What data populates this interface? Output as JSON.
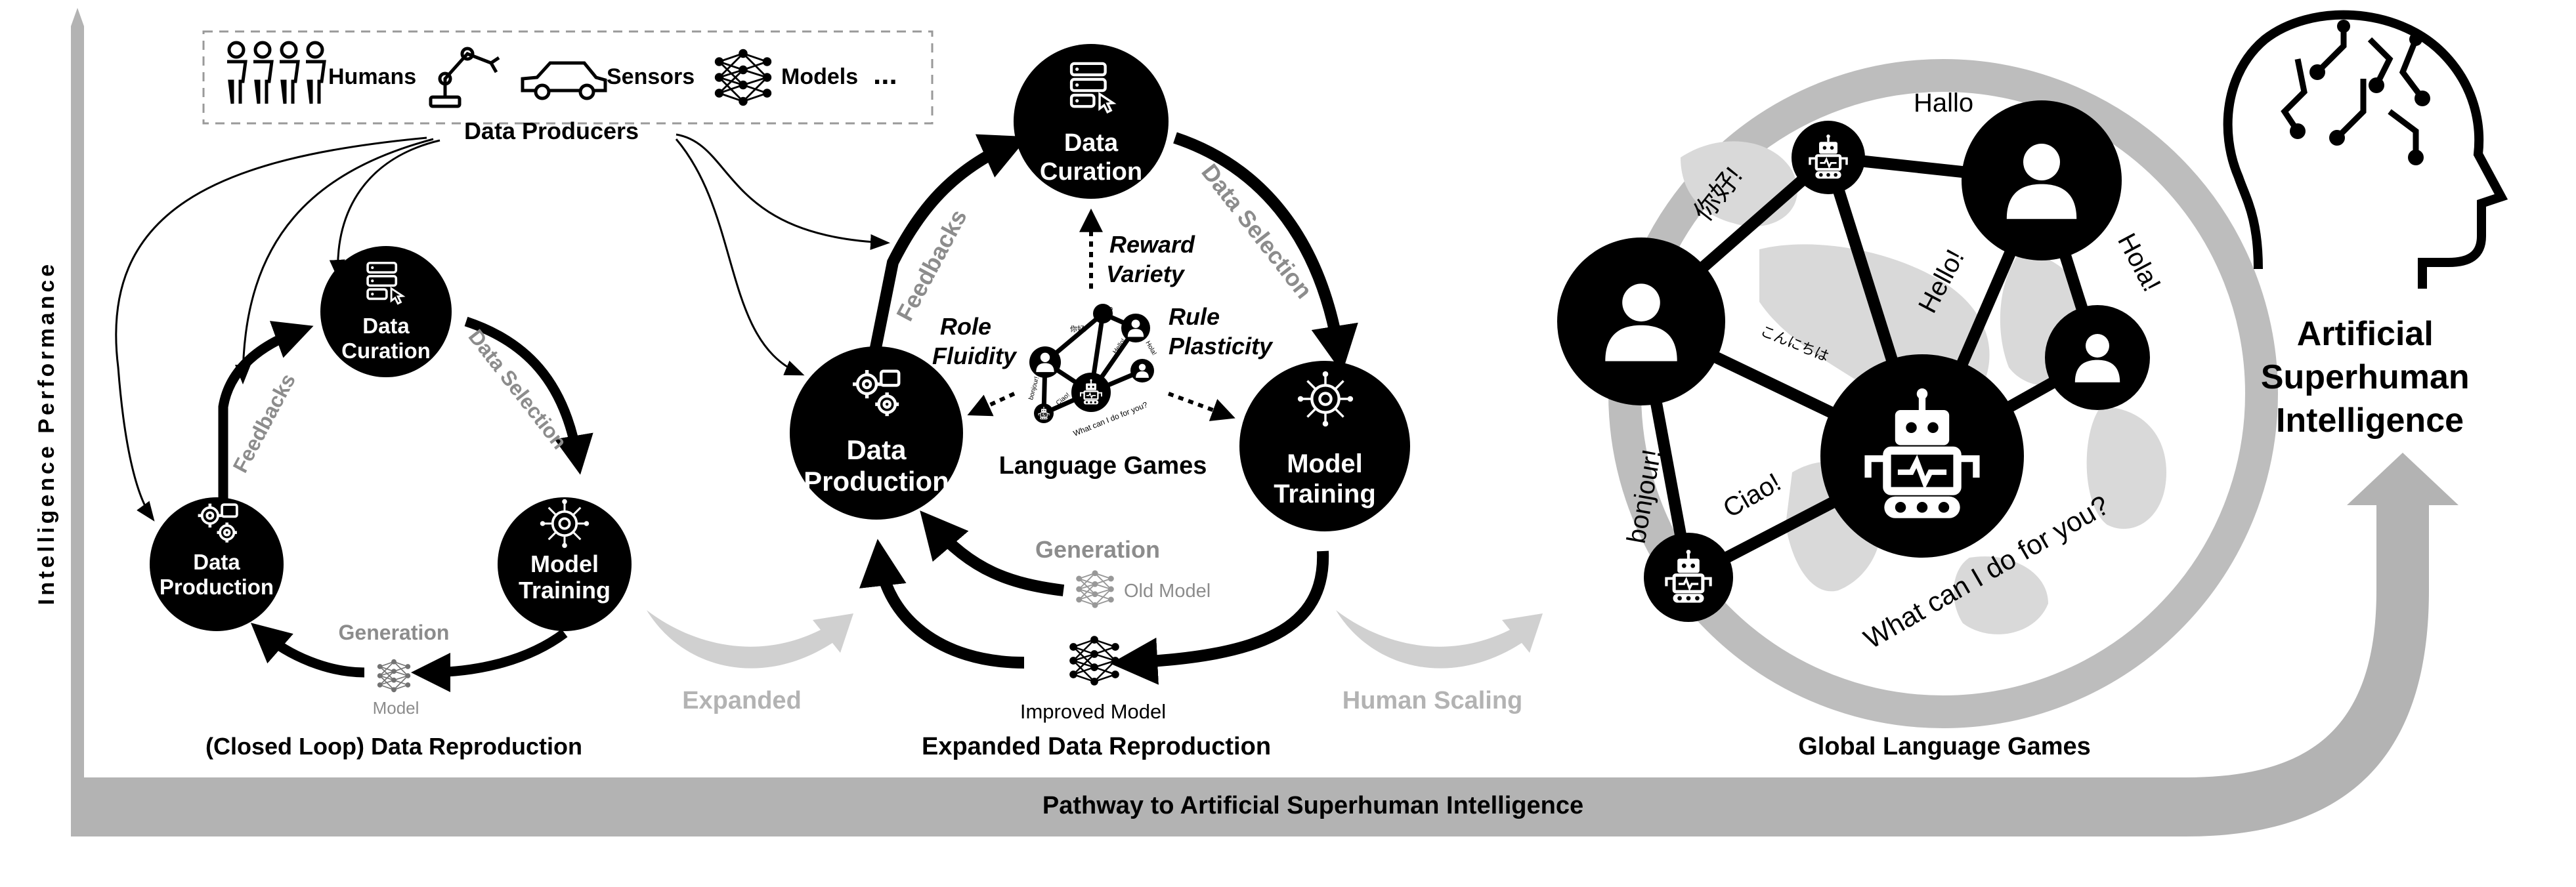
{
  "colors": {
    "ink": "#000000",
    "gray_arrow": "#b3b3b3",
    "gray_text": "#8c8c8c",
    "gray_globe": "#bdbdbd",
    "light_gray": "#d9d9d9",
    "paper": "#ffffff"
  },
  "axis": {
    "y_label": "Intelligence Performance",
    "x_label": "Pathway to  Artificial Superhuman Intelligence"
  },
  "producers": {
    "items": [
      {
        "label": "Humans",
        "icon": "people-icon"
      },
      {
        "label": "",
        "icon": "robot-arm-icon"
      },
      {
        "label": "Sensors",
        "icon": "car-icon"
      },
      {
        "label": "Models",
        "icon": "neural-net-icon"
      }
    ],
    "ellipsis": "...",
    "title": "Data Producers"
  },
  "closed_loop": {
    "curation": [
      "Data",
      "Curation"
    ],
    "production": [
      "Data",
      "Production"
    ],
    "training": [
      "Model",
      "Training"
    ],
    "feedbacks": "Feedbacks",
    "data_selection": "Data Selection",
    "generation": "Generation",
    "model": "Model",
    "caption": "(Closed Loop) Data Reproduction"
  },
  "transition1": "Expanded",
  "expanded": {
    "curation": [
      "Data",
      "Curation"
    ],
    "production": [
      "Data",
      "Production"
    ],
    "training": [
      "Model",
      "Training"
    ],
    "feedbacks": "Feedbacks",
    "data_selection": "Data Selection",
    "reward_variety": [
      "Reward",
      "Variety"
    ],
    "role_fluidity": [
      "Role",
      "Fluidity"
    ],
    "rule_plasticity": [
      "Rule",
      "Plasticity"
    ],
    "language_games": "Language Games",
    "mini_words": [
      "你好!",
      "Hallo",
      "Hello!",
      "Hola!",
      "Ciao!",
      "What can I do for you?",
      "bonjour!"
    ],
    "generation": "Generation",
    "old_model": "Old Model",
    "improved_model": "Improved Model",
    "caption": "Expanded Data Reproduction"
  },
  "transition2": "Human Scaling",
  "global": {
    "words": {
      "hallo": "Hallo",
      "nihao": "你好!",
      "hello": "Hello!",
      "hola": "Hola!",
      "konnichiwa": "こんにちは",
      "ciao": "Ciao!",
      "bonjour": "bonjour!",
      "what": "What can I do for you?"
    },
    "caption": "Global Language Games"
  },
  "asi": {
    "lines": [
      "Artificial",
      "Superhuman",
      "Intelligence"
    ]
  }
}
